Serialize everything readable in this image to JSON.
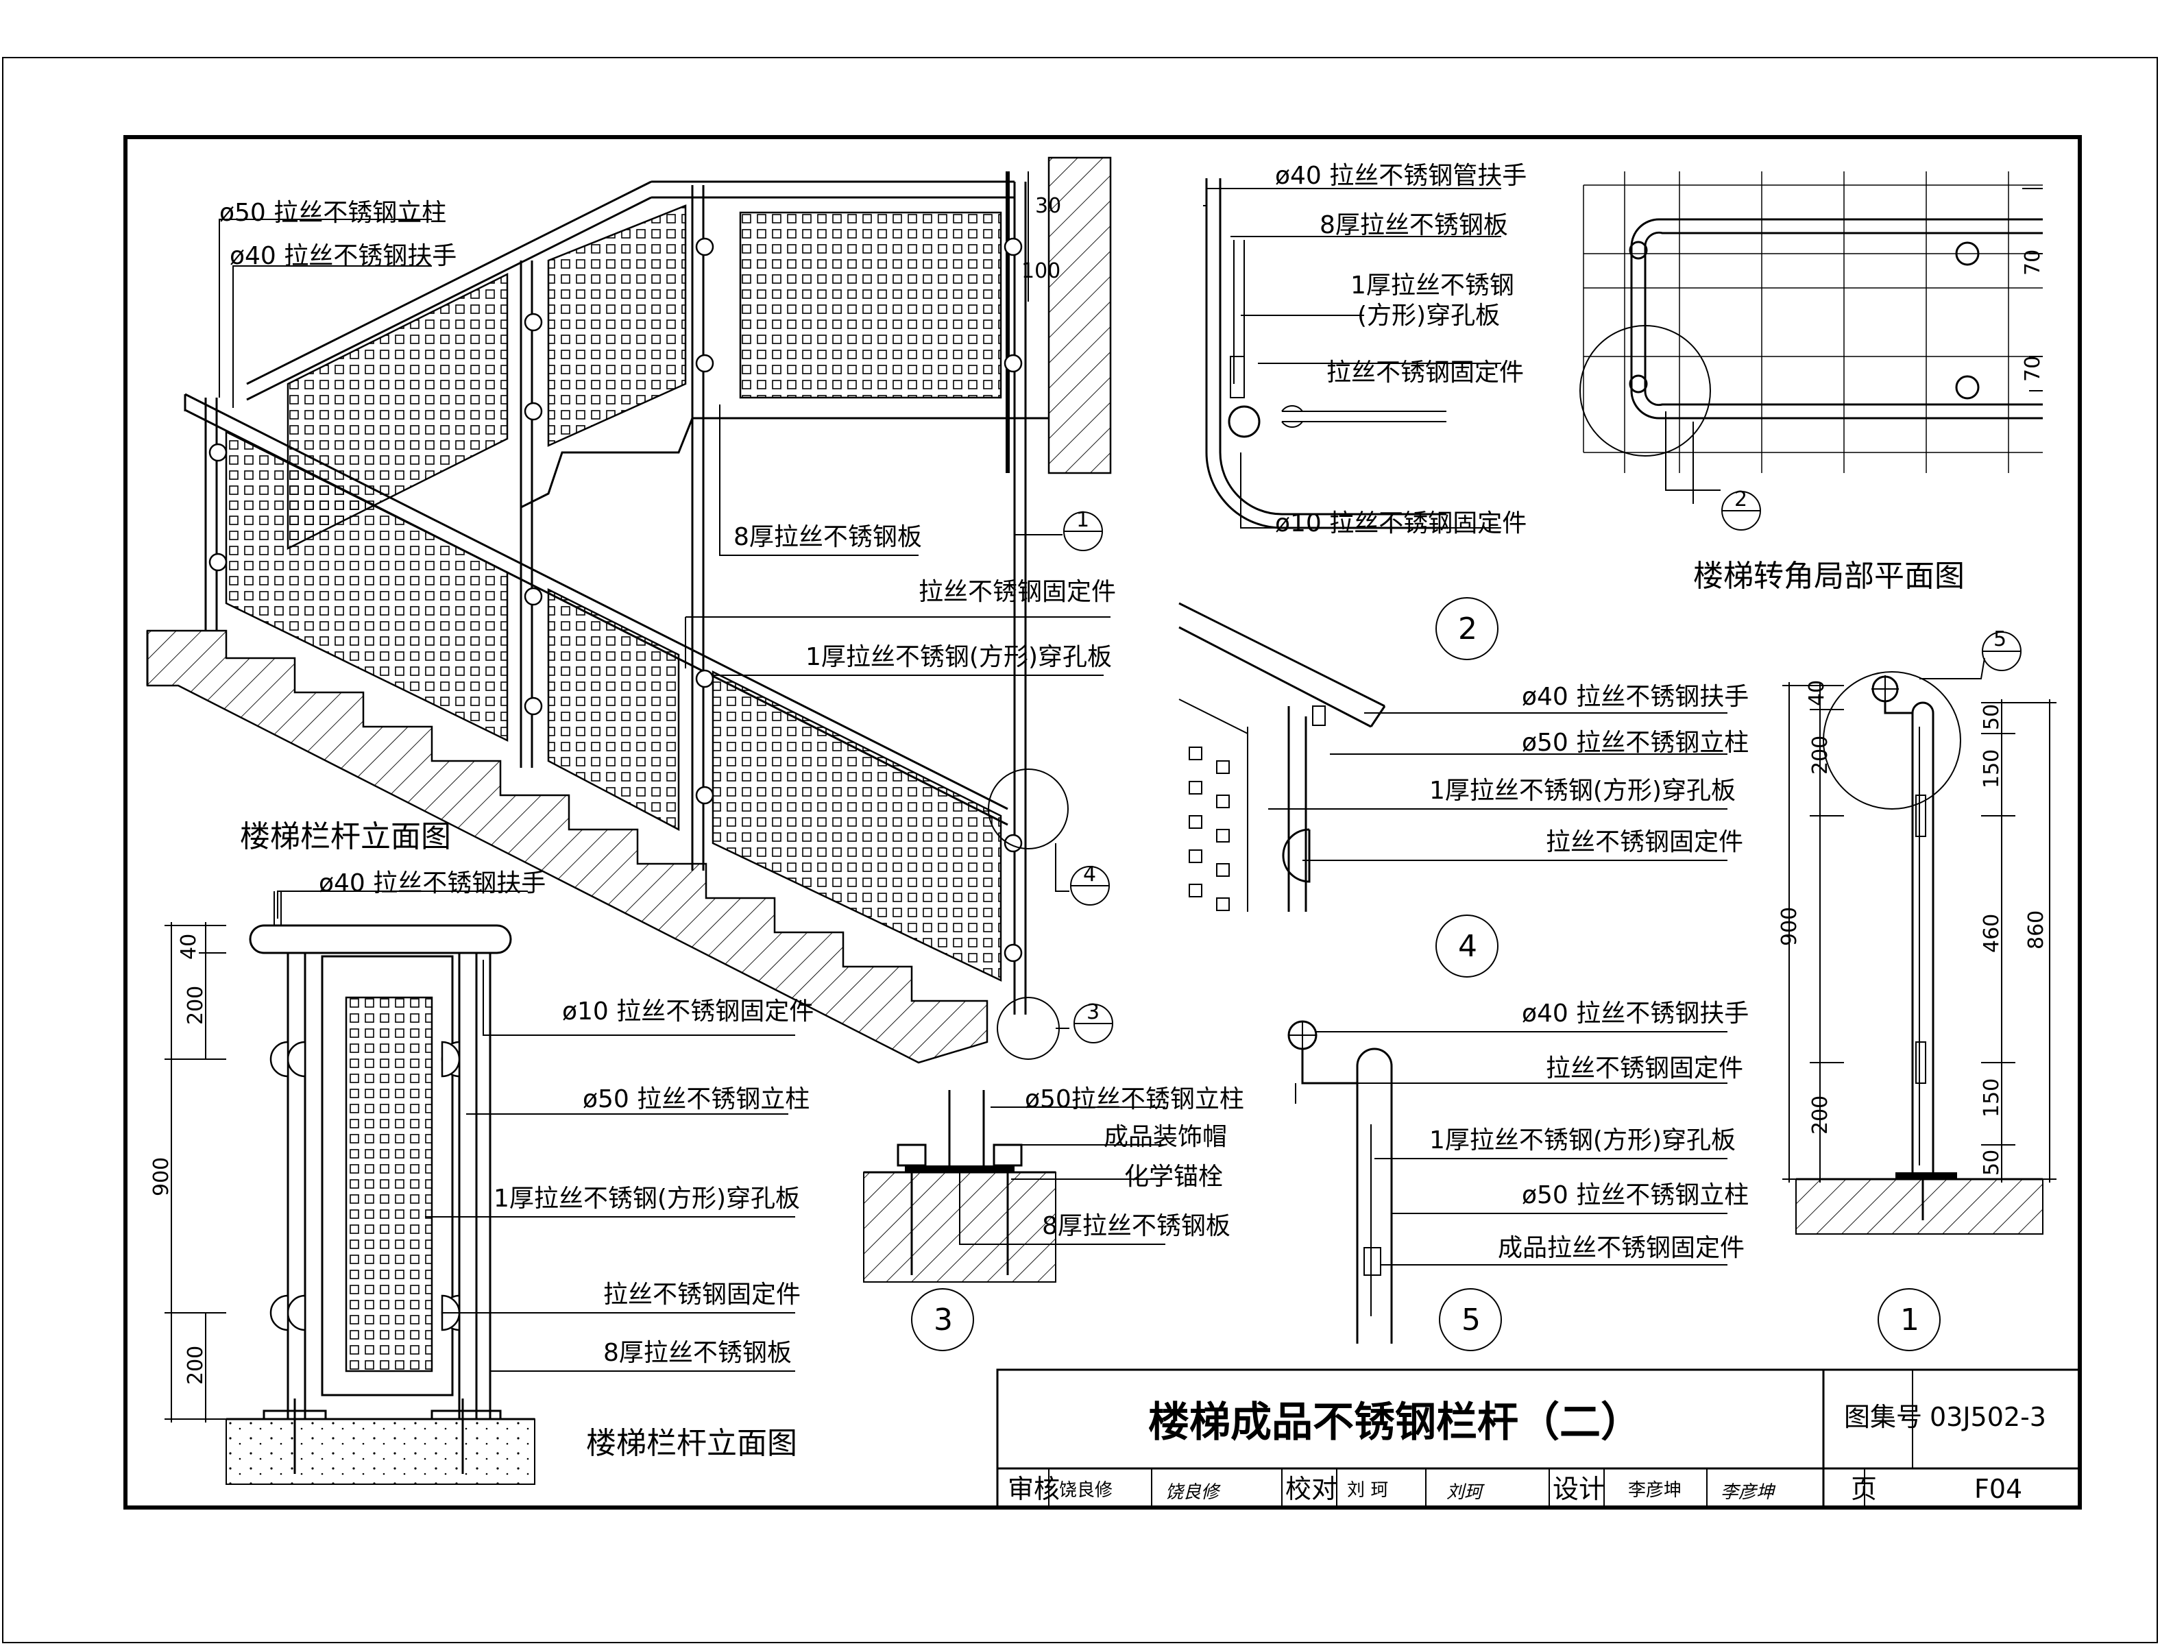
{
  "labels": {
    "elev_post_50": "ø50 拉丝不锈钢立柱",
    "elev_handrail_40": "ø40 拉丝不锈钢扶手",
    "elev_plate_8": "8厚拉丝不锈钢板",
    "elev_fixing": "拉丝不锈钢固定件",
    "elev_perforated": "1厚拉丝不锈钢(方形)穿孔板",
    "d2_handrail": "ø40 拉丝不锈钢管扶手",
    "d2_plate_8": "8厚拉丝不锈钢板",
    "d2_perforated_1": "1厚拉丝不锈钢",
    "d2_perforated_2": "(方形)穿孔板",
    "d2_fixing": "拉丝不锈钢固定件",
    "d2_fixing_10": "ø10 拉丝不锈钢固定件",
    "d4_handrail": "ø40 拉丝不锈钢扶手",
    "d4_post": "ø50 拉丝不锈钢立柱",
    "d4_perforated": "1厚拉丝不锈钢(方形)穿孔板",
    "d4_fixing": "拉丝不锈钢固定件",
    "el2_handrail": "ø40 拉丝不锈钢扶手",
    "el2_fixing_10": "ø10 拉丝不锈钢固定件",
    "el2_post": "ø50 拉丝不锈钢立柱",
    "el2_perforated": "1厚拉丝不锈钢(方形)穿孔板",
    "el2_fixing": "拉丝不锈钢固定件",
    "el2_plate_8": "8厚拉丝不锈钢板",
    "d3_post": "ø50拉丝不锈钢立柱",
    "d3_cap": "成品装饰帽",
    "d3_anchor": "化学锚栓",
    "d3_plate_8": "8厚拉丝不锈钢板",
    "d5_handrail": "ø40 拉丝不锈钢扶手",
    "d5_fixing": "拉丝不锈钢固定件",
    "d5_perforated": "1厚拉丝不锈钢(方形)穿孔板",
    "d5_post": "ø50 拉丝不锈钢立柱",
    "d5_fixing_finished": "成品拉丝不锈钢固定件"
  },
  "captions": {
    "stair_elevation": "楼梯栏杆立面图",
    "railing_elevation": "楼梯栏杆立面图",
    "corner_plan": "楼梯转角局部平面图"
  },
  "detail_marks": {
    "d1": "1",
    "d2": "2",
    "d3": "3",
    "d4": "4",
    "d5": "5",
    "ref_line": "—"
  },
  "dimensions": {
    "top_30": "30",
    "top_100": "100",
    "el_40": "40",
    "el_200a": "200",
    "el_900": "900",
    "el_200b": "200",
    "plan_70a": "70",
    "plan_70b": "70",
    "d1_40": "40",
    "d1_200a": "200",
    "d1_900": "900",
    "d1_200b": "200",
    "d1_50a": "50",
    "d1_150a": "150",
    "d1_460": "460",
    "d1_860": "860",
    "d1_150b": "150",
    "d1_50b": "50"
  },
  "title_block": {
    "title": "楼梯成品不锈钢栏杆（二）",
    "atlas_label": "图集号",
    "atlas_no": "03J502-3",
    "review_label": "审核",
    "reviewer": "饶良修",
    "check_label": "校对",
    "checker": "刘 珂",
    "design_label": "设计",
    "designer": "李彦坤",
    "page_label": "页",
    "page_no": "F04"
  },
  "signatures": {
    "reviewer_sig": "饶良修",
    "checker_sig": "刘珂",
    "designer_sig": "李彦坤"
  }
}
